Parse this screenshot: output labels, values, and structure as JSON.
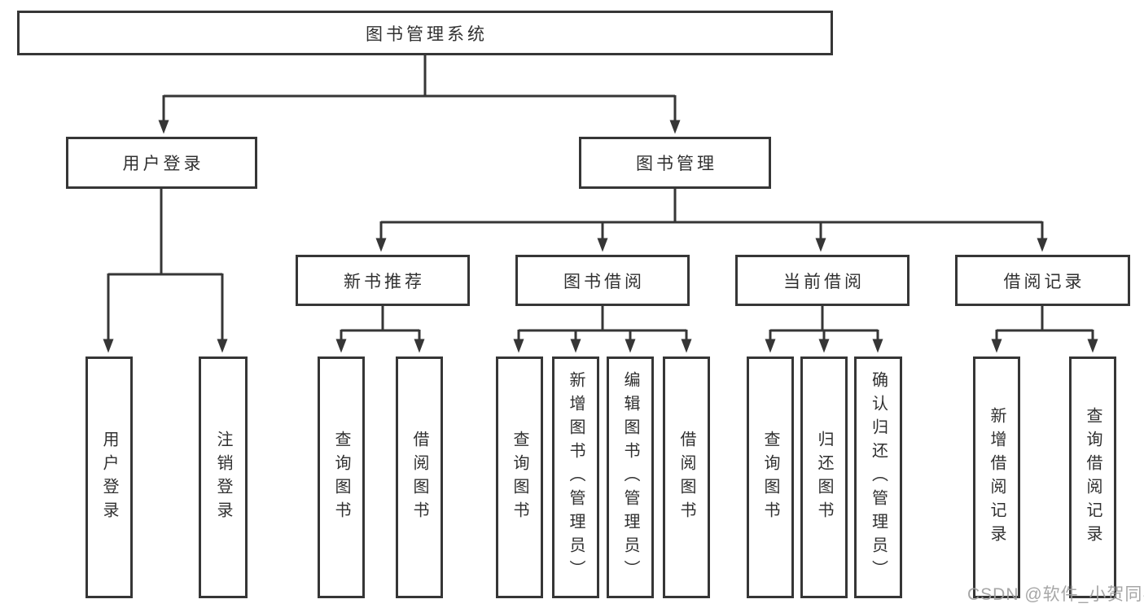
{
  "diagram": {
    "title": "图书管理系统",
    "root": {
      "label": "图书管理系统"
    },
    "level2": [
      {
        "id": "user-login",
        "label": "用户登录"
      },
      {
        "id": "book-management",
        "label": "图书管理"
      }
    ],
    "level3": [
      {
        "id": "new-book-recommend",
        "label": "新书推荐",
        "parent": "图书管理"
      },
      {
        "id": "book-borrow",
        "label": "图书借阅",
        "parent": "图书管理"
      },
      {
        "id": "current-borrow",
        "label": "当前借阅",
        "parent": "图书管理"
      },
      {
        "id": "borrow-records",
        "label": "借阅记录",
        "parent": "图书管理"
      }
    ],
    "leaves": [
      {
        "label": "用户登录",
        "parent": "用户登录"
      },
      {
        "label": "注销登录",
        "parent": "用户登录"
      },
      {
        "label": "查询图书",
        "parent": "新书推荐"
      },
      {
        "label": "借阅图书",
        "parent": "新书推荐"
      },
      {
        "label": "查询图书",
        "parent": "图书借阅"
      },
      {
        "label": "新增图书（管理员）",
        "parent": "图书借阅"
      },
      {
        "label": "编辑图书（管理员）",
        "parent": "图书借阅"
      },
      {
        "label": "借阅图书",
        "parent": "图书借阅"
      },
      {
        "label": "查询图书",
        "parent": "当前借阅"
      },
      {
        "label": "归还图书",
        "parent": "当前借阅"
      },
      {
        "label": "确认归还（管理员）",
        "parent": "当前借阅"
      },
      {
        "label": "新增借阅记录",
        "parent": "借阅记录"
      },
      {
        "label": "查询借阅记录",
        "parent": "借阅记录"
      }
    ]
  },
  "watermark": {
    "text": "CSDN @软件_小贺同学"
  },
  "colors": {
    "line": "#363636",
    "text": "#303030",
    "box_fill": "#ffffff",
    "background": "#ffffff",
    "watermark": "#9e9e9e"
  }
}
